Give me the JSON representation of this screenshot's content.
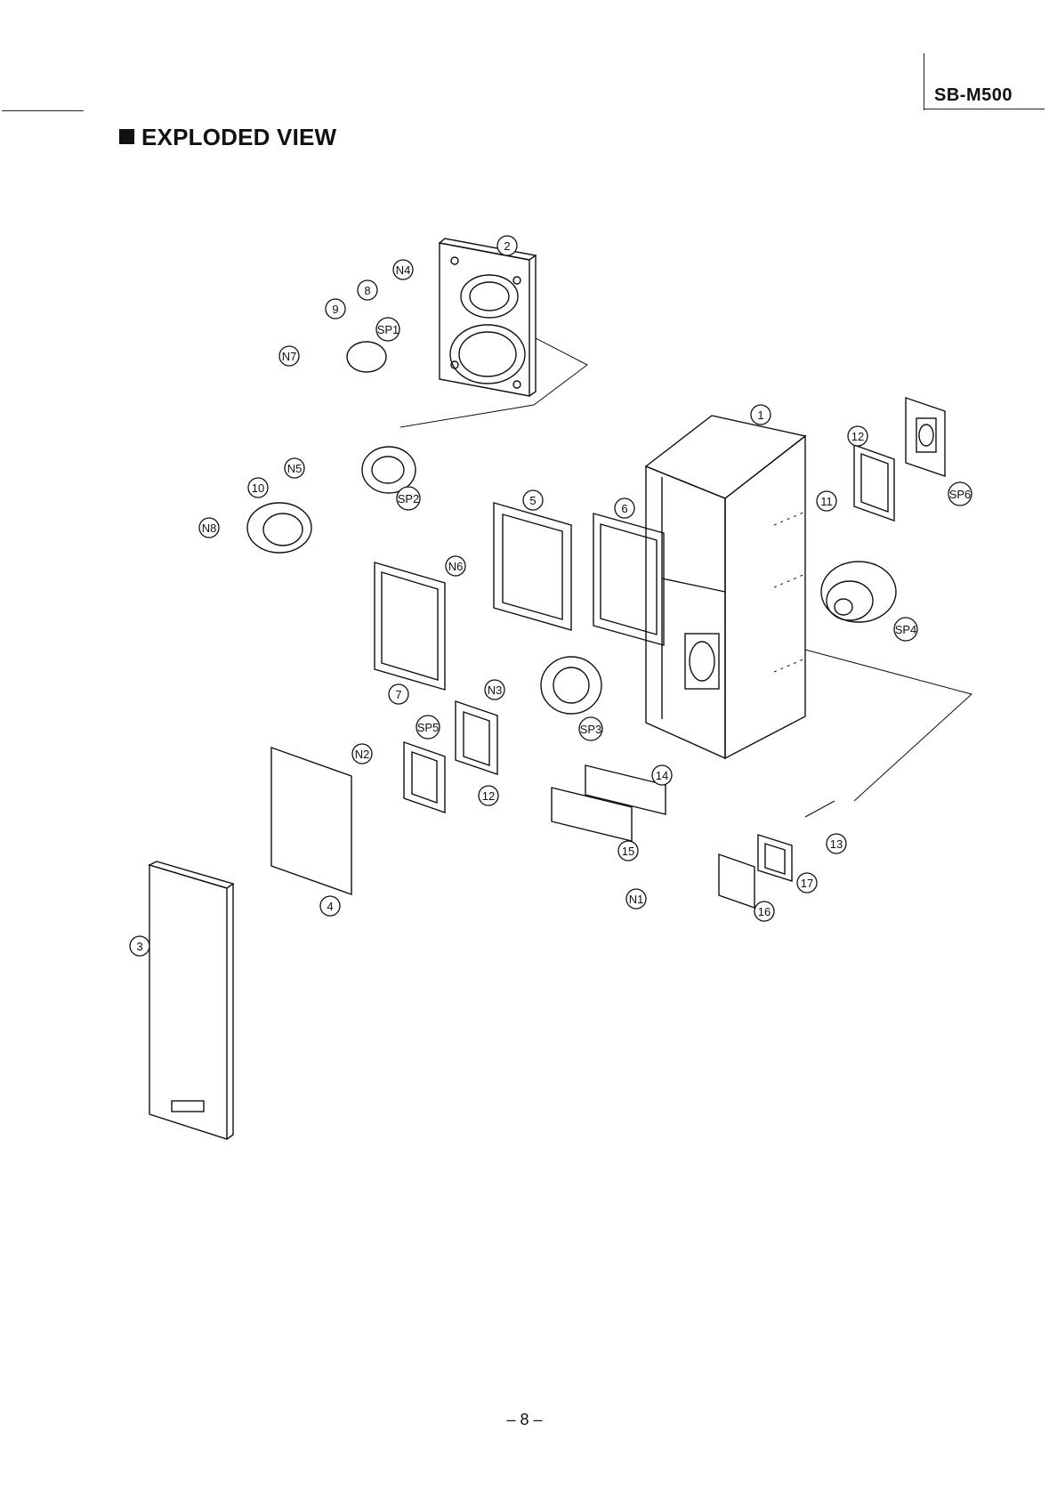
{
  "header": {
    "model": "SB-M500",
    "section_title": "EXPLODED VIEW"
  },
  "footer": {
    "page_number": "– 8 –"
  },
  "diagram": {
    "part_labels": [
      "1",
      "2",
      "3",
      "4",
      "5",
      "6",
      "7",
      "8",
      "9",
      "10",
      "11",
      "12",
      "13",
      "14",
      "15",
      "16",
      "17"
    ],
    "screw_labels": [
      "N1",
      "N2",
      "N3",
      "N4",
      "N5",
      "N6",
      "N7",
      "N8"
    ],
    "speaker_labels": [
      "SP1",
      "SP2",
      "SP3",
      "SP4",
      "SP5",
      "SP6"
    ]
  }
}
